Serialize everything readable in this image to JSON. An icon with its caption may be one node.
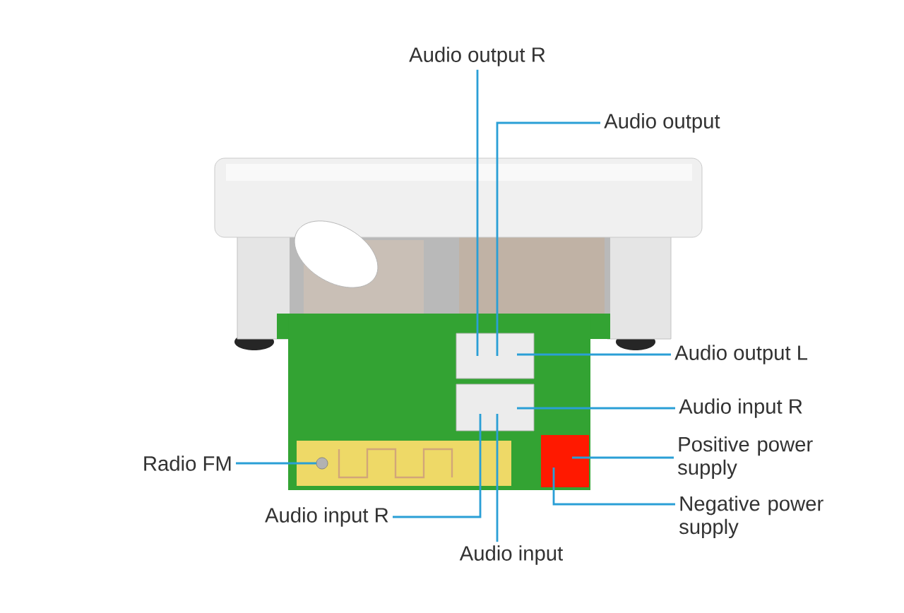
{
  "diagram": {
    "nodes": [
      {
        "text": [
          "Audio output R"
        ]
      },
      {
        "text": [
          "Audio output"
        ]
      },
      {
        "text": [
          "Audio output L"
        ]
      },
      {
        "text": [
          "Audio input R"
        ]
      },
      {
        "text": [
          "Positive power supply"
        ]
      },
      {
        "text": [
          "Radio FM"
        ]
      },
      {
        "text": [
          "Negative power supply"
        ]
      },
      {
        "text": [
          "Audio input R"
        ]
      },
      {
        "text": [
          "Audio input"
        ]
      }
    ],
    "edges": [
      {
        "from": 0,
        "to": null,
        "arrow": "none"
      },
      {
        "from": 1,
        "to": null,
        "arrow": "none"
      },
      {
        "from": 2,
        "to": null,
        "arrow": "none"
      },
      {
        "from": 3,
        "to": null,
        "arrow": "none"
      },
      {
        "from": 4,
        "to": null,
        "arrow": "none"
      },
      {
        "from": 5,
        "to": null,
        "arrow": "none"
      },
      {
        "from": 6,
        "to": null,
        "arrow": "none"
      },
      {
        "from": 7,
        "to": null,
        "arrow": "none"
      },
      {
        "from": 8,
        "to": null,
        "arrow": "none"
      }
    ]
  }
}
